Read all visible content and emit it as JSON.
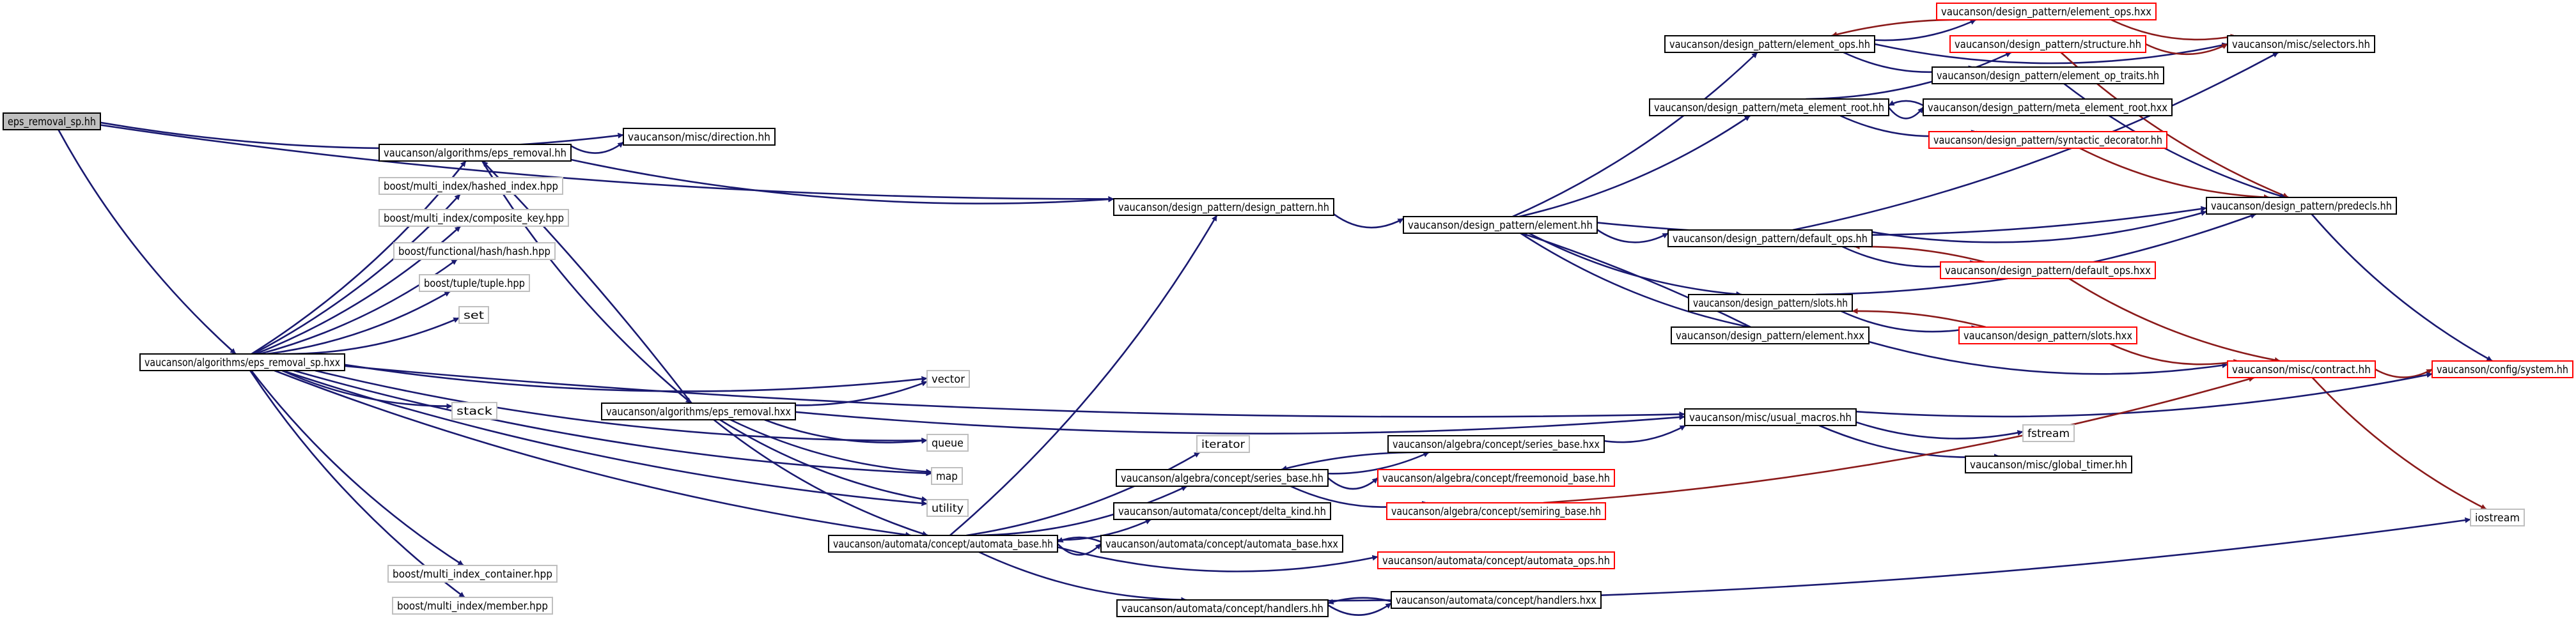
{
  "colors": {
    "edge": "#191970",
    "edge_red": "#8b1a1a",
    "node_border": "#000000",
    "node_border_red": "#ff0000",
    "node_border_gray": "#bfbfbf",
    "root_fill": "#bfbfbf",
    "node_fill": "#ffffff"
  },
  "graph": {
    "nodes": [
      {
        "id": "eps_removal_sp_hh",
        "label": "eps_removal_sp.hh",
        "style": "root"
      },
      {
        "id": "misc_direction_hh",
        "label": "vaucanson/misc/direction.hh",
        "style": "black"
      },
      {
        "id": "alg_eps_removal_hh",
        "label": "vaucanson/algorithms/eps_removal.hh",
        "style": "black"
      },
      {
        "id": "boost_hashed_index",
        "label": "boost/multi_index/hashed_index.hpp",
        "style": "gray"
      },
      {
        "id": "boost_composite_key",
        "label": "boost/multi_index/composite_key.hpp",
        "style": "gray"
      },
      {
        "id": "boost_hash",
        "label": "boost/functional/hash/hash.hpp",
        "style": "gray"
      },
      {
        "id": "boost_tuple",
        "label": "boost/tuple/tuple.hpp",
        "style": "gray"
      },
      {
        "id": "std_set",
        "label": "set",
        "style": "gray"
      },
      {
        "id": "alg_eps_removal_sp_hxx",
        "label": "vaucanson/algorithms/eps_removal_sp.hxx",
        "style": "black"
      },
      {
        "id": "std_stack",
        "label": "stack",
        "style": "gray"
      },
      {
        "id": "alg_eps_removal_hxx",
        "label": "vaucanson/algorithms/eps_removal.hxx",
        "style": "black"
      },
      {
        "id": "std_vector",
        "label": "vector",
        "style": "gray"
      },
      {
        "id": "std_queue",
        "label": "queue",
        "style": "gray"
      },
      {
        "id": "std_map",
        "label": "map",
        "style": "gray"
      },
      {
        "id": "std_utility",
        "label": "utility",
        "style": "gray"
      },
      {
        "id": "boost_container",
        "label": "boost/multi_index_container.hpp",
        "style": "gray"
      },
      {
        "id": "boost_member",
        "label": "boost/multi_index/member.hpp",
        "style": "gray"
      },
      {
        "id": "dp_design_pattern_hh",
        "label": "vaucanson/design_pattern/design_pattern.hh",
        "style": "black"
      },
      {
        "id": "dp_element_hh",
        "label": "vaucanson/design_pattern/element.hh",
        "style": "black"
      },
      {
        "id": "dp_element_ops_hh",
        "label": "vaucanson/design_pattern/element_ops.hh",
        "style": "black"
      },
      {
        "id": "dp_element_ops_hxx",
        "label": "vaucanson/design_pattern/element_ops.hxx",
        "style": "red"
      },
      {
        "id": "dp_structure_hh",
        "label": "vaucanson/design_pattern/structure.hh",
        "style": "red"
      },
      {
        "id": "misc_selectors_hh",
        "label": "vaucanson/misc/selectors.hh",
        "style": "black"
      },
      {
        "id": "dp_element_op_traits_hh",
        "label": "vaucanson/design_pattern/element_op_traits.hh",
        "style": "black"
      },
      {
        "id": "dp_meta_element_root_hh",
        "label": "vaucanson/design_pattern/meta_element_root.hh",
        "style": "black"
      },
      {
        "id": "dp_meta_element_root_hxx",
        "label": "vaucanson/design_pattern/meta_element_root.hxx",
        "style": "black"
      },
      {
        "id": "dp_syntactic_decorator_hh",
        "label": "vaucanson/design_pattern/syntactic_decorator.hh",
        "style": "red"
      },
      {
        "id": "dp_predecls_hh",
        "label": "vaucanson/design_pattern/predecls.hh",
        "style": "black"
      },
      {
        "id": "dp_default_ops_hh",
        "label": "vaucanson/design_pattern/default_ops.hh",
        "style": "black"
      },
      {
        "id": "dp_default_ops_hxx",
        "label": "vaucanson/design_pattern/default_ops.hxx",
        "style": "red"
      },
      {
        "id": "dp_slots_hh",
        "label": "vaucanson/design_pattern/slots.hh",
        "style": "black"
      },
      {
        "id": "dp_slots_hxx",
        "label": "vaucanson/design_pattern/slots.hxx",
        "style": "red"
      },
      {
        "id": "dp_element_hxx",
        "label": "vaucanson/design_pattern/element.hxx",
        "style": "black"
      },
      {
        "id": "misc_contract_hh",
        "label": "vaucanson/misc/contract.hh",
        "style": "red"
      },
      {
        "id": "config_system_hh",
        "label": "vaucanson/config/system.hh",
        "style": "red"
      },
      {
        "id": "misc_usual_macros_hh",
        "label": "vaucanson/misc/usual_macros.hh",
        "style": "black"
      },
      {
        "id": "std_fstream",
        "label": "fstream",
        "style": "gray"
      },
      {
        "id": "misc_global_timer_hh",
        "label": "vaucanson/misc/global_timer.hh",
        "style": "black"
      },
      {
        "id": "std_iterator",
        "label": "iterator",
        "style": "gray"
      },
      {
        "id": "alg_series_base_hxx",
        "label": "vaucanson/algebra/concept/series_base.hxx",
        "style": "black"
      },
      {
        "id": "alg_series_base_hh",
        "label": "vaucanson/algebra/concept/series_base.hh",
        "style": "black"
      },
      {
        "id": "alg_freemonoid_base_hh",
        "label": "vaucanson/algebra/concept/freemonoid_base.hh",
        "style": "red"
      },
      {
        "id": "alg_semiring_base_hh",
        "label": "vaucanson/algebra/concept/semiring_base.hh",
        "style": "red"
      },
      {
        "id": "aut_delta_kind_hh",
        "label": "vaucanson/automata/concept/delta_kind.hh",
        "style": "black"
      },
      {
        "id": "aut_automata_base_hh",
        "label": "vaucanson/automata/concept/automata_base.hh",
        "style": "black"
      },
      {
        "id": "aut_automata_base_hxx",
        "label": "vaucanson/automata/concept/automata_base.hxx",
        "style": "black"
      },
      {
        "id": "aut_automata_ops_hh",
        "label": "vaucanson/automata/concept/automata_ops.hh",
        "style": "red"
      },
      {
        "id": "aut_handlers_hh",
        "label": "vaucanson/automata/concept/handlers.hh",
        "style": "black"
      },
      {
        "id": "aut_handlers_hxx",
        "label": "vaucanson/automata/concept/handlers.hxx",
        "style": "black"
      },
      {
        "id": "std_iostream",
        "label": "iostream",
        "style": "gray"
      }
    ],
    "edges": [
      [
        "eps_removal_sp_hh",
        "misc_direction_hh"
      ],
      [
        "eps_removal_sp_hh",
        "dp_design_pattern_hh"
      ],
      [
        "eps_removal_sp_hh",
        "alg_eps_removal_sp_hxx"
      ],
      [
        "alg_eps_removal_sp_hxx",
        "alg_eps_removal_hh"
      ],
      [
        "alg_eps_removal_sp_hxx",
        "boost_hashed_index"
      ],
      [
        "alg_eps_removal_sp_hxx",
        "boost_composite_key"
      ],
      [
        "alg_eps_removal_sp_hxx",
        "boost_hash"
      ],
      [
        "alg_eps_removal_sp_hxx",
        "boost_tuple"
      ],
      [
        "alg_eps_removal_sp_hxx",
        "std_set"
      ],
      [
        "alg_eps_removal_sp_hxx",
        "std_stack"
      ],
      [
        "alg_eps_removal_sp_hxx",
        "std_vector"
      ],
      [
        "alg_eps_removal_sp_hxx",
        "std_queue"
      ],
      [
        "alg_eps_removal_sp_hxx",
        "std_map"
      ],
      [
        "alg_eps_removal_sp_hxx",
        "std_utility"
      ],
      [
        "alg_eps_removal_sp_hxx",
        "boost_container"
      ],
      [
        "alg_eps_removal_sp_hxx",
        "boost_member"
      ],
      [
        "alg_eps_removal_sp_hxx",
        "aut_automata_base_hh"
      ],
      [
        "alg_eps_removal_sp_hxx",
        "misc_usual_macros_hh"
      ],
      [
        "alg_eps_removal_hh",
        "misc_direction_hh"
      ],
      [
        "alg_eps_removal_hh",
        "dp_design_pattern_hh"
      ],
      [
        "alg_eps_removal_hh",
        "alg_eps_removal_hxx"
      ],
      [
        "alg_eps_removal_hxx",
        "alg_eps_removal_hh"
      ],
      [
        "alg_eps_removal_hxx",
        "std_vector"
      ],
      [
        "alg_eps_removal_hxx",
        "std_queue"
      ],
      [
        "alg_eps_removal_hxx",
        "std_map"
      ],
      [
        "alg_eps_removal_hxx",
        "std_utility"
      ],
      [
        "alg_eps_removal_hxx",
        "aut_automata_base_hh"
      ],
      [
        "alg_eps_removal_hxx",
        "misc_usual_macros_hh"
      ],
      [
        "dp_design_pattern_hh",
        "dp_element_hh"
      ],
      [
        "dp_element_hh",
        "dp_element_ops_hh"
      ],
      [
        "dp_element_hh",
        "dp_meta_element_root_hh"
      ],
      [
        "dp_element_hh",
        "dp_predecls_hh"
      ],
      [
        "dp_element_hh",
        "dp_default_ops_hh"
      ],
      [
        "dp_element_hh",
        "dp_slots_hh"
      ],
      [
        "dp_element_hh",
        "dp_element_hxx"
      ],
      [
        "dp_element_hxx",
        "dp_element_hh"
      ],
      [
        "dp_element_hxx",
        "misc_contract_hh"
      ],
      [
        "dp_element_ops_hh",
        "dp_element_ops_hxx"
      ],
      [
        "dp_element_ops_hxx",
        "dp_element_ops_hh"
      ],
      [
        "dp_element_ops_hh",
        "misc_selectors_hh"
      ],
      [
        "dp_element_ops_hh",
        "dp_element_op_traits_hh"
      ],
      [
        "dp_element_ops_hxx",
        "misc_selectors_hh"
      ],
      [
        "dp_structure_hh",
        "misc_selectors_hh"
      ],
      [
        "dp_structure_hh",
        "dp_predecls_hh"
      ],
      [
        "dp_element_op_traits_hh",
        "dp_predecls_hh"
      ],
      [
        "dp_meta_element_root_hh",
        "dp_structure_hh"
      ],
      [
        "dp_meta_element_root_hh",
        "dp_meta_element_root_hxx"
      ],
      [
        "dp_meta_element_root_hxx",
        "dp_meta_element_root_hh"
      ],
      [
        "dp_meta_element_root_hh",
        "dp_syntactic_decorator_hh"
      ],
      [
        "dp_syntactic_decorator_hh",
        "dp_predecls_hh"
      ],
      [
        "dp_default_ops_hh",
        "misc_selectors_hh"
      ],
      [
        "dp_default_ops_hh",
        "dp_predecls_hh"
      ],
      [
        "dp_default_ops_hh",
        "dp_default_ops_hxx"
      ],
      [
        "dp_default_ops_hxx",
        "dp_default_ops_hh"
      ],
      [
        "dp_default_ops_hxx",
        "misc_contract_hh"
      ],
      [
        "dp_slots_hh",
        "dp_predecls_hh"
      ],
      [
        "dp_slots_hh",
        "dp_slots_hxx"
      ],
      [
        "dp_slots_hxx",
        "dp_slots_hh"
      ],
      [
        "dp_slots_hxx",
        "misc_contract_hh"
      ],
      [
        "dp_predecls_hh",
        "config_system_hh"
      ],
      [
        "misc_contract_hh",
        "config_system_hh"
      ],
      [
        "misc_contract_hh",
        "std_iostream"
      ],
      [
        "misc_usual_macros_hh",
        "config_system_hh"
      ],
      [
        "misc_usual_macros_hh",
        "std_fstream"
      ],
      [
        "misc_usual_macros_hh",
        "misc_global_timer_hh"
      ],
      [
        "aut_automata_base_hh",
        "dp_design_pattern_hh"
      ],
      [
        "aut_automata_base_hh",
        "std_iterator"
      ],
      [
        "aut_automata_base_hh",
        "alg_series_base_hh"
      ],
      [
        "aut_automata_base_hh",
        "aut_delta_kind_hh"
      ],
      [
        "aut_automata_base_hh",
        "aut_automata_base_hxx"
      ],
      [
        "aut_automata_base_hxx",
        "aut_automata_base_hh"
      ],
      [
        "aut_automata_base_hh",
        "aut_automata_ops_hh"
      ],
      [
        "aut_automata_base_hh",
        "aut_handlers_hh"
      ],
      [
        "alg_series_base_hh",
        "alg_series_base_hxx"
      ],
      [
        "alg_series_base_hxx",
        "alg_series_base_hh"
      ],
      [
        "alg_series_base_hh",
        "alg_freemonoid_base_hh"
      ],
      [
        "alg_series_base_hh",
        "alg_semiring_base_hh"
      ],
      [
        "alg_series_base_hxx",
        "misc_usual_macros_hh"
      ],
      [
        "alg_semiring_base_hh",
        "misc_contract_hh"
      ],
      [
        "aut_handlers_hh",
        "aut_handlers_hxx"
      ],
      [
        "aut_handlers_hxx",
        "aut_handlers_hh"
      ],
      [
        "aut_handlers_hh",
        "std_iostream"
      ]
    ]
  }
}
